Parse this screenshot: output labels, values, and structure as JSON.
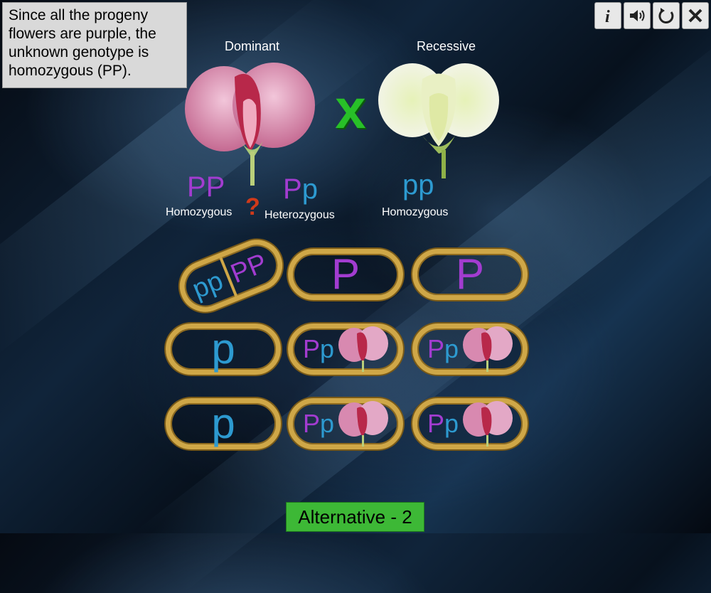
{
  "info_box": {
    "text": "Since all the progeny flowers are purple, the unknown genotype is homozygous (PP)."
  },
  "toolbar": {
    "info_icon": "info-icon",
    "sound_icon": "speaker-icon",
    "reset_icon": "refresh-icon",
    "close_icon": "close-icon"
  },
  "parents": {
    "dominant": {
      "title": "Dominant",
      "geno_homo": "PP",
      "label_homo": "Homozygous",
      "geno_hetero": "Pp",
      "label_hetero": "Heterozygous"
    },
    "unknown_mark": "?",
    "cross_symbol": "x",
    "recessive": {
      "title": "Recessive",
      "geno": "pp",
      "label": "Homozygous"
    }
  },
  "punnett": {
    "corner_left": "pp",
    "corner_right": "PP",
    "top": [
      "P",
      "P"
    ],
    "left": [
      "p",
      "p"
    ],
    "cells": [
      "Pp",
      "Pp",
      "Pp",
      "Pp"
    ]
  },
  "footer": {
    "label": "Alternative - 2"
  },
  "colors": {
    "dominant_allele": "#a23cd0",
    "recessive_allele": "#2d9ad0",
    "cross": "#28c028",
    "frame": "#cfa747",
    "footer": "#3db836"
  }
}
